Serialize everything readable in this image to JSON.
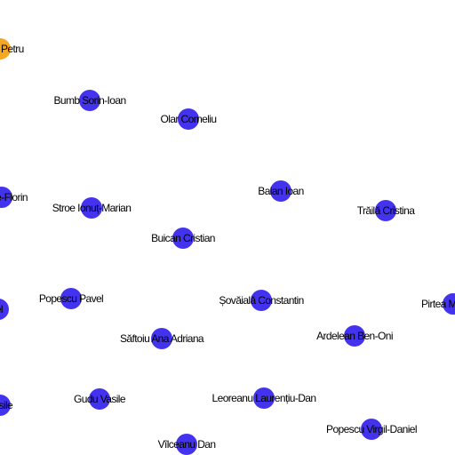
{
  "colors": {
    "node": "#4433ee",
    "highlight": "#f5a623",
    "label": "#000000",
    "background": "#ffffff"
  },
  "nodes": [
    {
      "label": "Petru",
      "highlighted": true
    },
    {
      "label": "Bumb Sorin-Ioan",
      "highlighted": false
    },
    {
      "label": "Olar Corneliu",
      "highlighted": false
    },
    {
      "label": "Vasile-Florin",
      "highlighted": false
    },
    {
      "label": "Stroe Ionuț-Marian",
      "highlighted": false
    },
    {
      "label": "Balan Ioan",
      "highlighted": false
    },
    {
      "label": "Trăilă Cristina",
      "highlighted": false
    },
    {
      "label": "Buican Cristian",
      "highlighted": false
    },
    {
      "label": "Popescu Pavel",
      "highlighted": false
    },
    {
      "label": "Șovăială Constantin",
      "highlighted": false
    },
    {
      "label": "Pirtea M",
      "highlighted": false
    },
    {
      "label": "el",
      "highlighted": false
    },
    {
      "label": "Săftoiu Ana Adriana",
      "highlighted": false
    },
    {
      "label": "Ardelean Ben-Oni",
      "highlighted": false
    },
    {
      "label": "Vasile",
      "highlighted": false
    },
    {
      "label": "Gudu Vasile",
      "highlighted": false
    },
    {
      "label": "Leoreanu Laurențiu-Dan",
      "highlighted": false
    },
    {
      "label": "Popescu Virgil-Daniel",
      "highlighted": false
    },
    {
      "label": "Vîlceanu Dan",
      "highlighted": false
    }
  ]
}
